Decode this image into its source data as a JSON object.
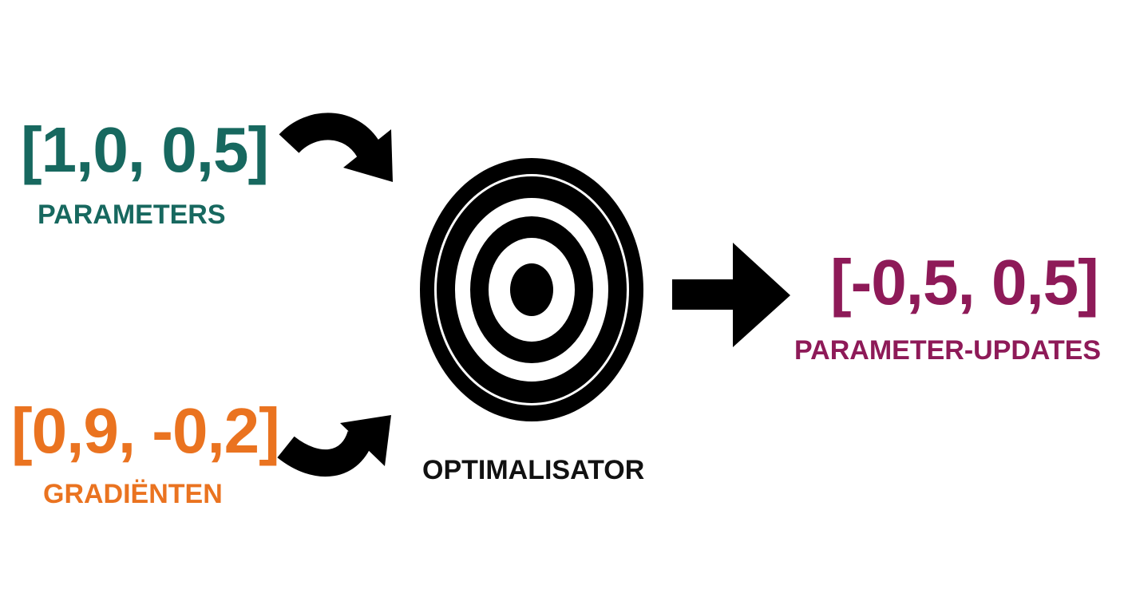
{
  "inputs": {
    "parameters": {
      "values": "[1,0, 0,5]",
      "label": "PARAMETERS",
      "color": "#17685f"
    },
    "gradients": {
      "values": "[0,9, -0,2]",
      "label": "GRADIËNTEN",
      "color": "#ea7320"
    }
  },
  "optimizer": {
    "label": "OPTIMALISATOR",
    "icon": "target-icon"
  },
  "output": {
    "values": "[-0,5, 0,5]",
    "label": "PARAMETER-UPDATES",
    "color": "#8e1a58"
  },
  "arrows": [
    "curved-arrow-icon",
    "curved-arrow-icon",
    "right-arrow-icon"
  ]
}
